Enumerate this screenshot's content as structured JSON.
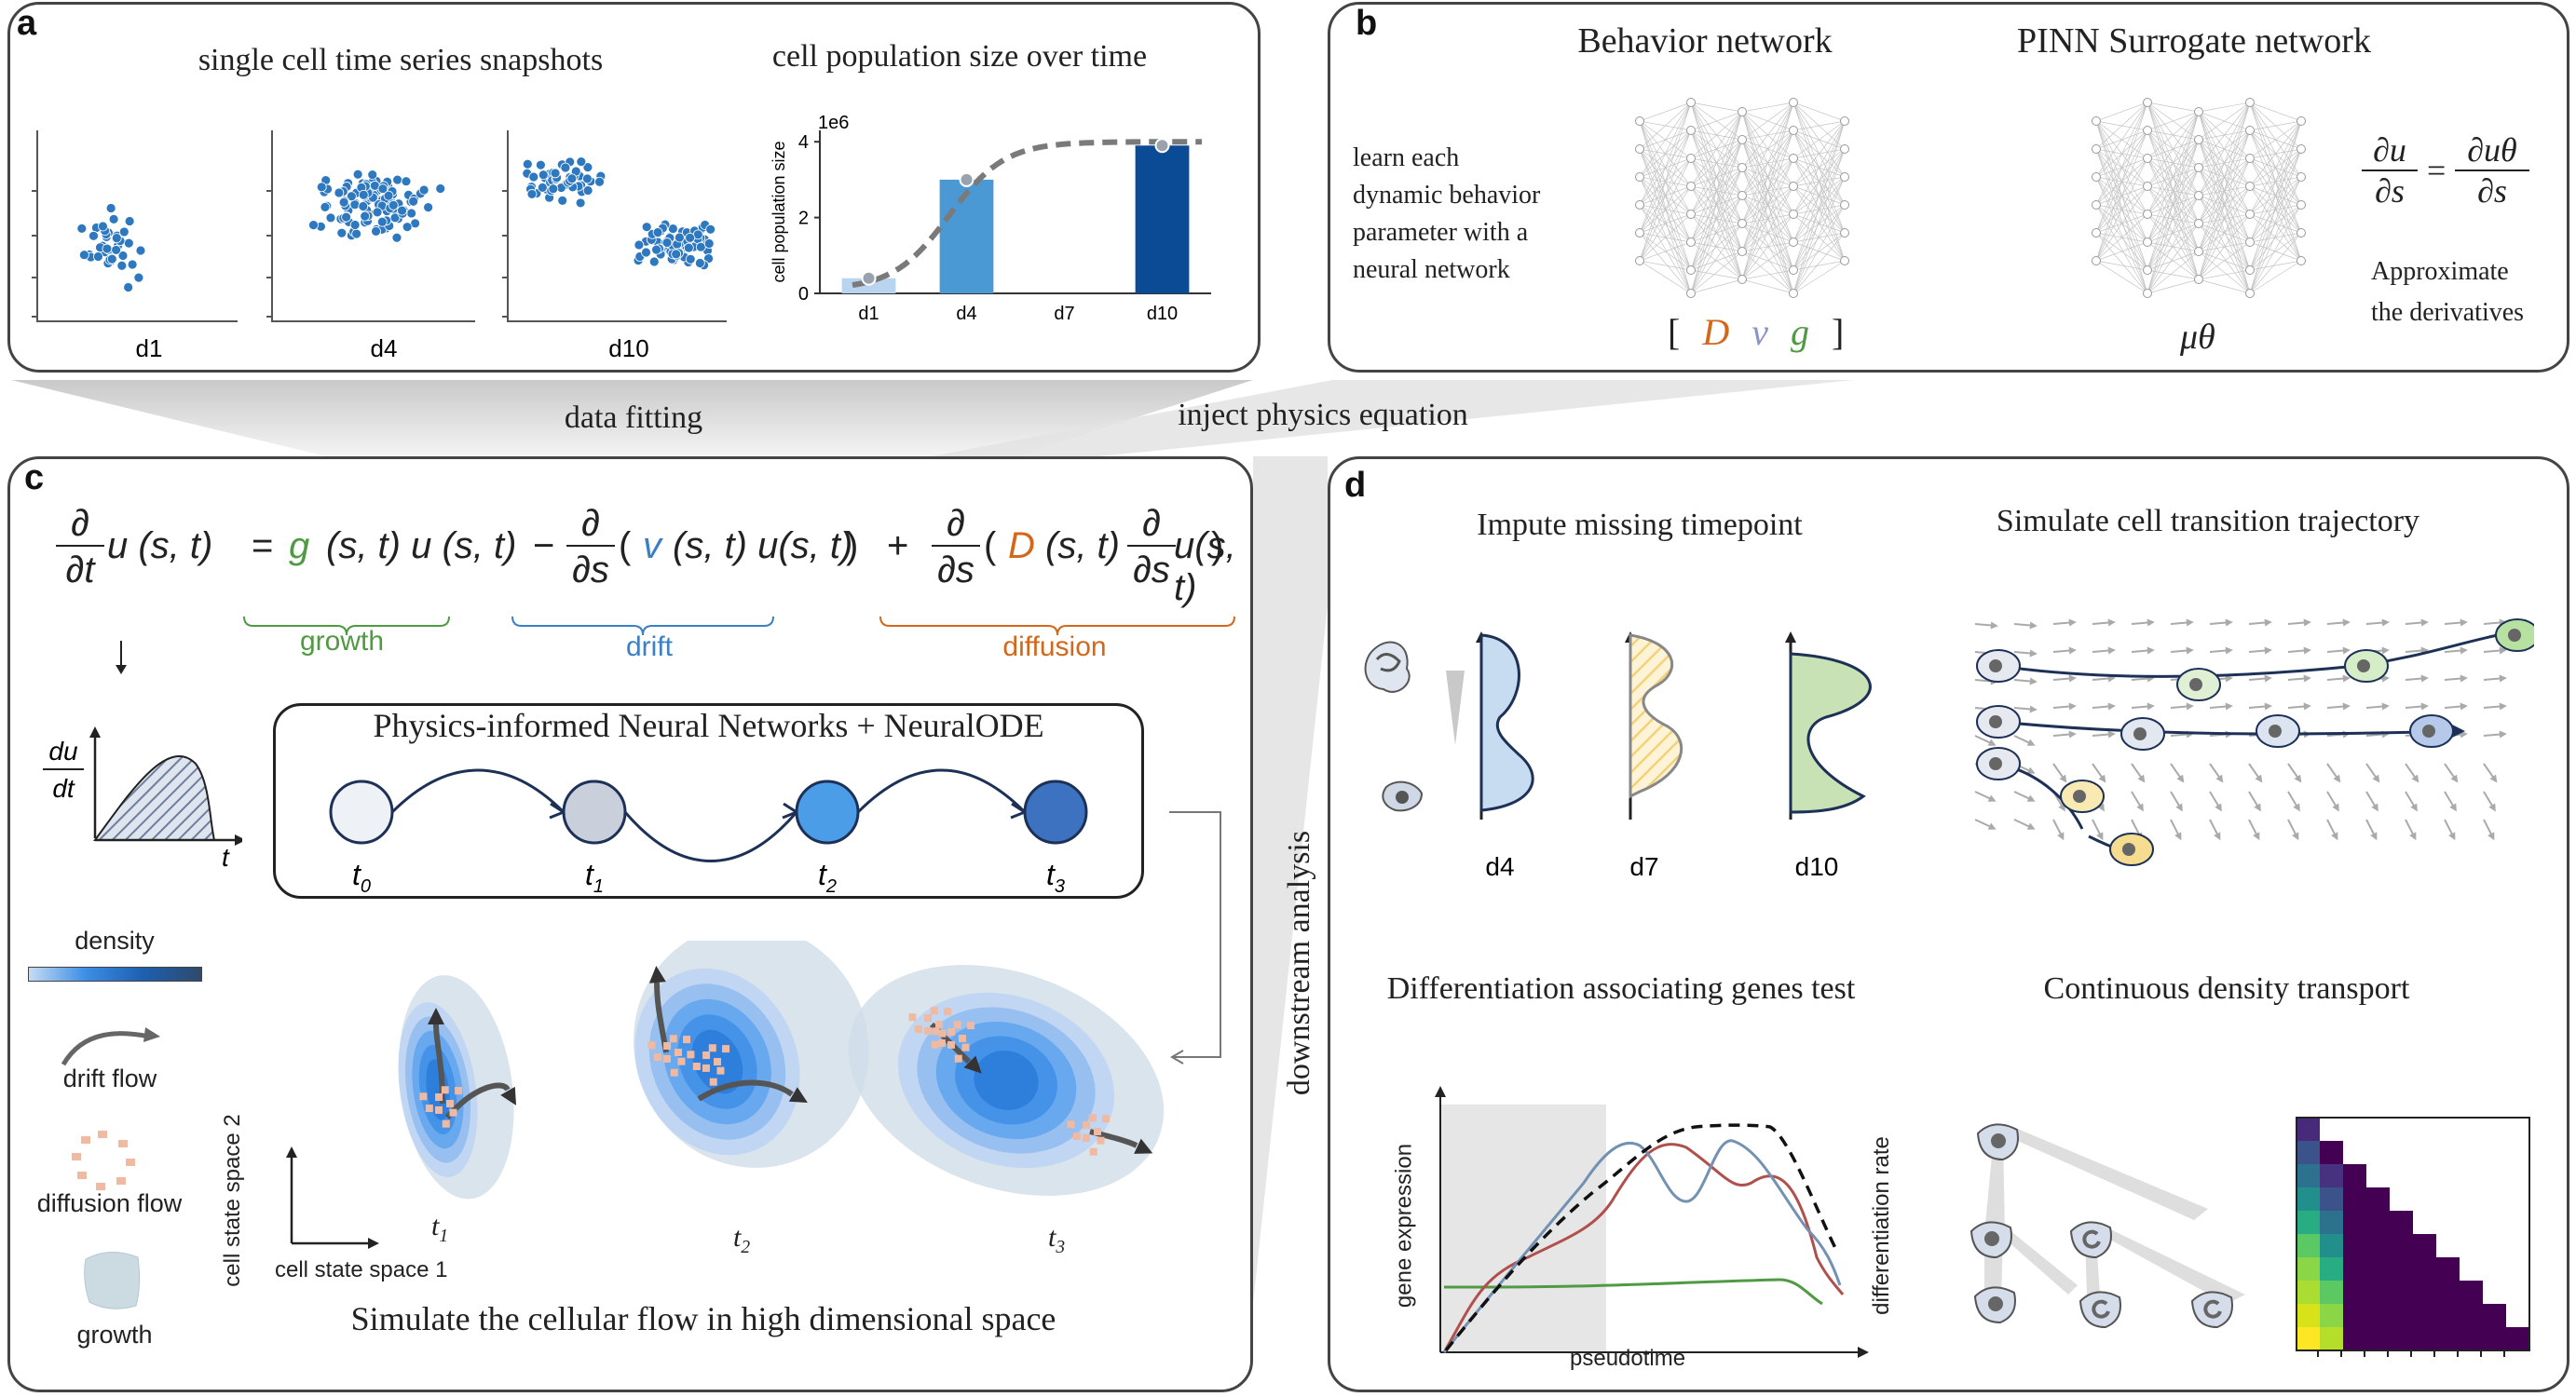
{
  "panel_a": {
    "letter": "a",
    "snapshots_title": "single cell time series snapshots",
    "snapshot_labels": [
      "d1",
      "d4",
      "d10"
    ],
    "pop_title": "cell population size over time",
    "chart_data": {
      "type": "bar",
      "title": "cell population size over time",
      "ylabel": "cell population size",
      "scale_label": "1e6",
      "categories": [
        "d1",
        "d4",
        "d7",
        "d10"
      ],
      "values": [
        0.4,
        3.0,
        null,
        3.9
      ],
      "ylim": [
        0,
        4.3
      ],
      "yticks": [
        "0",
        "2",
        "4"
      ],
      "bar_colors": [
        "#b8d4ee",
        "#4a98d4",
        null,
        "#0b4a95"
      ],
      "fit_curve": {
        "style": "dashed",
        "color": "#7a7a7a"
      }
    }
  },
  "panel_b": {
    "letter": "b",
    "behavior_title": "Behavior network",
    "pinn_title": "PINN Surrogate network",
    "desc_lines": [
      "learn each",
      "dynamic behavior",
      "parameter with a",
      "neural network"
    ],
    "params_open": "[",
    "param_D": "D",
    "param_v": "v",
    "param_g": "g",
    "params_close": "]",
    "mu_theta": "μθ",
    "deriv_eq_lhs_num": "∂u",
    "deriv_eq_lhs_den": "∂s",
    "deriv_eq_eq": "=",
    "deriv_eq_rhs_num": "∂uθ",
    "deriv_eq_rhs_den": "∂s",
    "approx_lines": [
      "Approximate",
      "the derivatives"
    ]
  },
  "connectors": {
    "data_fitting": "data fitting",
    "inject_physics": "inject physics equation"
  },
  "panel_c": {
    "letter": "c",
    "equation": {
      "d_num": "∂",
      "dt_den": "∂t",
      "u_st": "u (s, t)",
      "eq": "=",
      "g": "g",
      "g_rest": "(s, t) u (s, t)",
      "minus": "−",
      "ds_den": "∂s",
      "open": "(",
      "v": "v",
      "v_rest": "(s, t) u(s, t)",
      "close": ")",
      "plus": "+",
      "D": "D",
      "D_rest": "(s, t)",
      "inner_u": "u(s, t)",
      "close2": ")"
    },
    "growth_label": "growth",
    "drift_label": "drift",
    "diffusion_label": "diffusion",
    "du_dt_num": "du",
    "du_dt_den": "dt",
    "t_axis": "t",
    "pinn_box_title": "Physics-informed Neural Networks + NeuralODE",
    "time_nodes": [
      "t0",
      "t1",
      "t2",
      "t3"
    ],
    "node_colors": [
      "#eef1f6",
      "#c9d0db",
      "#4b9de8",
      "#3d72c1"
    ],
    "legend_density": "density",
    "legend_drift": "drift flow",
    "legend_diffusion": "diffusion flow",
    "legend_growth": "growth",
    "axis_y": "cell state space 2",
    "axis_x": "cell state space 1",
    "blob_labels": [
      "t1",
      "t2",
      "t3"
    ],
    "caption": "Simulate the cellular flow in high dimensional space"
  },
  "panel_d": {
    "letter": "d",
    "side_label": "downstream analysis",
    "impute_title": "Impute missing  timepoint",
    "impute_days": [
      "d4",
      "d7",
      "d10"
    ],
    "simulate_title": "Simulate cell transition trajectory",
    "diff_title": "Differentiation associating genes test",
    "diff_xlabel": "pseudotime",
    "diff_ylabel_left": "gene expression",
    "diff_ylabel_right": "differentiation rate",
    "transport_title": "Continuous density transport"
  },
  "colors": {
    "growth": "#4f9a42",
    "drift": "#3b7fc4",
    "diffusion": "#d3671a",
    "v_param": "#8c93c8",
    "navy": "#1d3157"
  }
}
